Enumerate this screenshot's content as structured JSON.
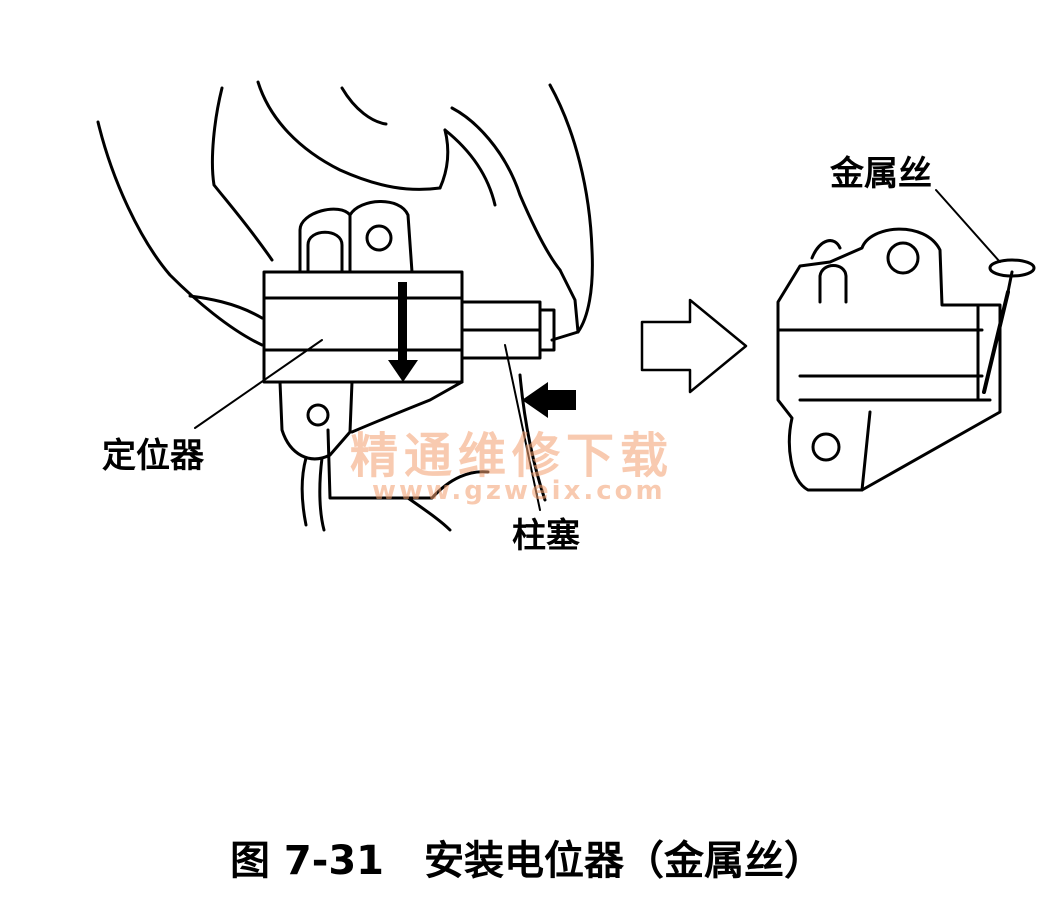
{
  "labels": {
    "locator": "定位器",
    "plunger": "柱塞",
    "metal_wire": "金属丝"
  },
  "caption": "图 7-31　安装电位器（金属丝）",
  "watermark": {
    "text": "精通维修下载",
    "url": "www.gzweix.com",
    "color": "#f4a070"
  }
}
